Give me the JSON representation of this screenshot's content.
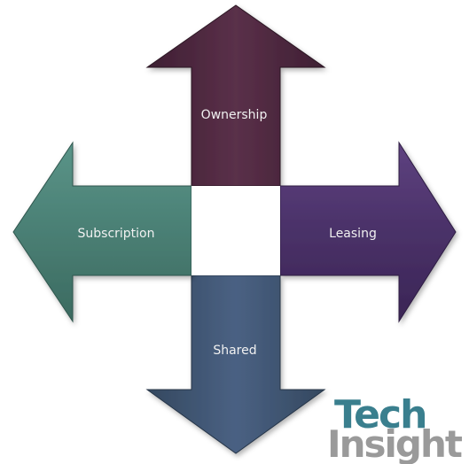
{
  "diagram": {
    "arrows": {
      "up": {
        "label": "Ownership",
        "color": "#4e2a40"
      },
      "right": {
        "label": "Leasing",
        "color": "#4f3670"
      },
      "down": {
        "label": "Shared",
        "color": "#3f5573"
      },
      "left": {
        "label": "Subscription",
        "color": "#4c8278"
      }
    }
  },
  "logo": {
    "line1": "Tech",
    "line2": "Insight"
  }
}
